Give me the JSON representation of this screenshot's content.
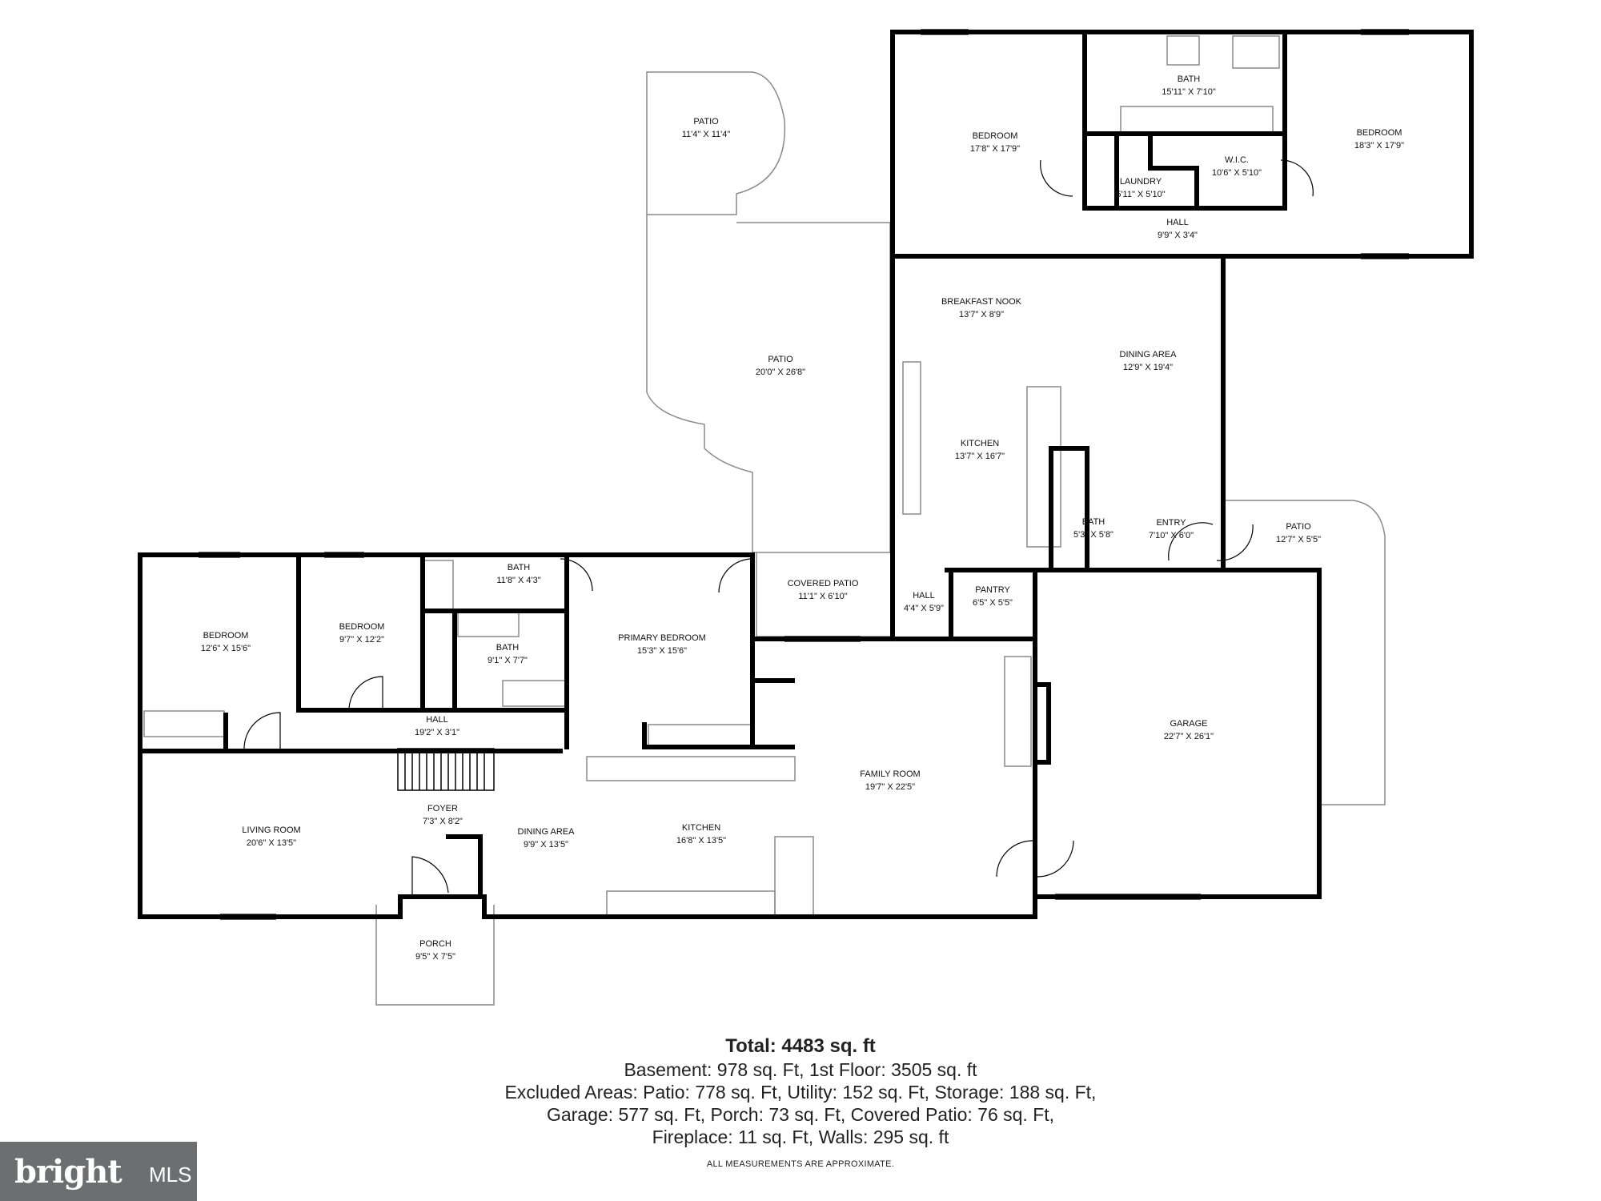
{
  "rooms": {
    "patio_top": {
      "name": "PATIO",
      "dims": "11'4\" X 11'4\""
    },
    "patio_large": {
      "name": "PATIO",
      "dims": "20'0\" X 26'8\""
    },
    "bedroom_ne_left": {
      "name": "BEDROOM",
      "dims": "17'8\" X 17'9\""
    },
    "bath_ne": {
      "name": "BATH",
      "dims": "15'11\" X 7'10\""
    },
    "bedroom_ne_right": {
      "name": "BEDROOM",
      "dims": "18'3\" X 17'9\""
    },
    "laundry": {
      "name": "LAUNDRY",
      "dims": "5'11\" X 5'10\""
    },
    "wic": {
      "name": "W.I.C.",
      "dims": "10'6\" X 5'10\""
    },
    "hall_ne": {
      "name": "HALL",
      "dims": "9'9\" X 3'4\""
    },
    "breakfast_nook": {
      "name": "BREAKFAST NOOK",
      "dims": "13'7\" X 8'9\""
    },
    "dining_area_ne": {
      "name": "DINING AREA",
      "dims": "12'9\" X 19'4\""
    },
    "kitchen_ne": {
      "name": "KITCHEN",
      "dims": "13'7\" X 16'7\""
    },
    "bath_small": {
      "name": "BATH",
      "dims": "5'3\" X 5'8\""
    },
    "entry": {
      "name": "ENTRY",
      "dims": "7'10\" X 6'0\""
    },
    "patio_small": {
      "name": "PATIO",
      "dims": "12'7\" X 5'5\""
    },
    "covered_patio": {
      "name": "COVERED PATIO",
      "dims": "11'1\" X 6'10\""
    },
    "hall_mid": {
      "name": "HALL",
      "dims": "4'4\" X 5'9\""
    },
    "pantry": {
      "name": "PANTRY",
      "dims": "6'5\" X 5'5\""
    },
    "bedroom_w1": {
      "name": "BEDROOM",
      "dims": "12'6\" X 15'6\""
    },
    "bedroom_w2": {
      "name": "BEDROOM",
      "dims": "9'7\" X 12'2\""
    },
    "bath_w_top": {
      "name": "BATH",
      "dims": "11'8\" X 4'3\""
    },
    "bath_w": {
      "name": "BATH",
      "dims": "9'1\" X 7'7\""
    },
    "primary_bedroom": {
      "name": "PRIMARY BEDROOM",
      "dims": "15'3\" X 15'6\""
    },
    "hall_w": {
      "name": "HALL",
      "dims": "19'2\" X 3'1\""
    },
    "garage": {
      "name": "GARAGE",
      "dims": "22'7\" X 26'1\""
    },
    "family_room": {
      "name": "FAMILY ROOM",
      "dims": "19'7\" X 22'5\""
    },
    "foyer": {
      "name": "FOYER",
      "dims": "7'3\" X 8'2\""
    },
    "living_room": {
      "name": "LIVING ROOM",
      "dims": "20'6\" X 13'5\""
    },
    "dining_area_w": {
      "name": "DINING AREA",
      "dims": "9'9\" X 13'5\""
    },
    "kitchen_w": {
      "name": "KITCHEN",
      "dims": "16'8\" X 13'5\""
    },
    "porch": {
      "name": "PORCH",
      "dims": "9'5\" X 7'5\""
    }
  },
  "summary": {
    "total": "Total: 4483 sq. ft",
    "line1": "Basement: 978 sq. Ft, 1st Floor: 3505 sq. ft",
    "line2": "Excluded Areas: Patio: 778 sq. Ft, Utility: 152 sq. Ft, Storage: 188 sq. Ft,",
    "line3": "Garage: 577 sq. Ft, Porch: 73 sq. Ft, Covered Patio: 76 sq. Ft,",
    "line4": "Fireplace: 11 sq. Ft, Walls: 295 sq. ft",
    "note": "ALL MEASUREMENTS ARE APPROXIMATE."
  },
  "logo": {
    "brand": "bright",
    "suffix": "MLS"
  },
  "colors": {
    "wall": "#000000",
    "thin_line": "#8a8a8a",
    "logo_bg": "#6d6e70"
  }
}
